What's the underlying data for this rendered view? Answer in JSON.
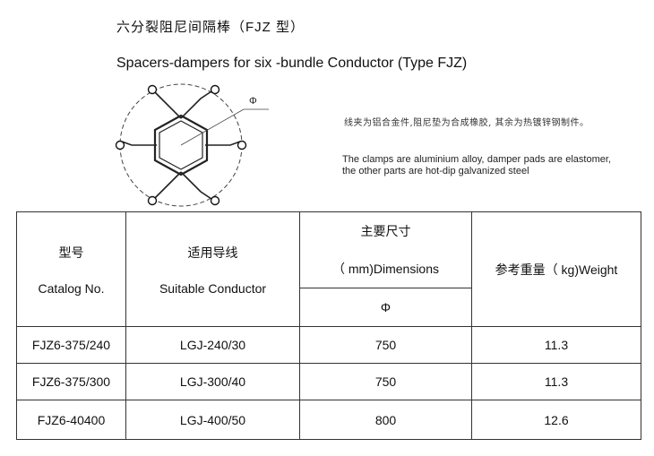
{
  "title": {
    "cn": "六分裂阻尼间隔棒（FJZ 型）",
    "en": "Spacers-dampers for six -bundle Conductor (Type FJZ)"
  },
  "figure": {
    "dimension_symbol": "Φ"
  },
  "description": {
    "cn": "线夹为铝合金件,阻尼垫为合成橡胶, 其余为热镀锌钢制件。",
    "en": "The clamps are aluminium alloy, damper pads are elastomer, the other parts are hot-dip galvanized steel"
  },
  "table": {
    "headers": {
      "model_cn": "型号",
      "model_en": "Catalog No.",
      "conductor_cn": "适用导线",
      "conductor_en": "Suitable Conductor",
      "dims_cn": "主要尺寸",
      "dims_en": "（ mm)Dimensions",
      "dims_sub": "Φ",
      "weight": "参考重量（ kg)Weight"
    },
    "rows": [
      {
        "model": "FJZ6-375/240",
        "conductor": "LGJ-240/30",
        "diameter": "750",
        "weight": "11.3"
      },
      {
        "model": "FJZ6-375/300",
        "conductor": "LGJ-300/40",
        "diameter": "750",
        "weight": "11.3"
      },
      {
        "model": "FJZ6-40400",
        "conductor": "LGJ-400/50",
        "diameter": "800",
        "weight": "12.6"
      }
    ]
  }
}
